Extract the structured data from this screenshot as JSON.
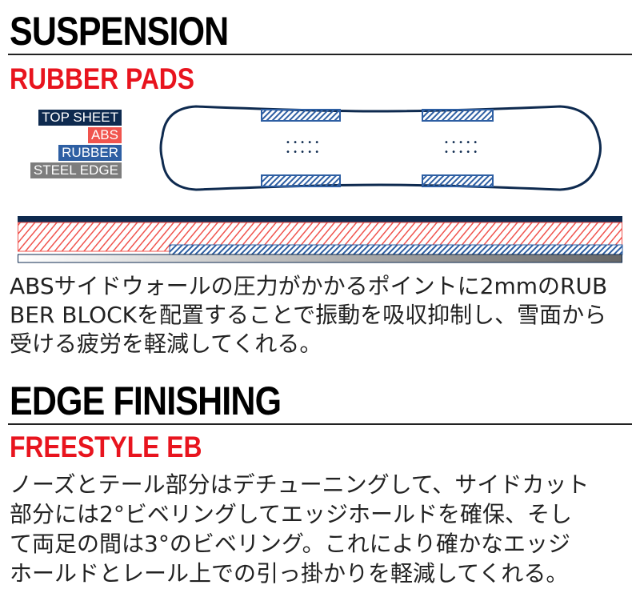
{
  "suspension": {
    "title": "SUSPENSION",
    "subtitle": "RUBBER PADS",
    "legend": [
      {
        "label": "TOP SHEET",
        "color": "#0e2a4f"
      },
      {
        "label": "ABS",
        "color": "#f0544e"
      },
      {
        "label": "RUBBER",
        "color": "#2e5fa3"
      },
      {
        "label": "STEEL EDGE",
        "color": "#7d7d7d"
      }
    ],
    "lines": [
      "ABSサイドウォールの圧力がかかるポイントに2mmのRUB",
      "BER BLOCKを配置することで振動を吸収抑制し、雪面から",
      "受ける疲労を軽減してくれる。"
    ]
  },
  "edge": {
    "title": "EDGE FINISHING",
    "subtitle": "FREESTYLE EB",
    "lines": [
      "ノーズとテール部分はデチューニングして、サイドカット",
      "部分には2°ビベリングしてエッジホールドを確保、そし",
      "て両足の間は3°のビベリング。これにより確かなエッジ",
      "ホールドとレール上での引っ掛かりを軽減してくれる。"
    ]
  }
}
